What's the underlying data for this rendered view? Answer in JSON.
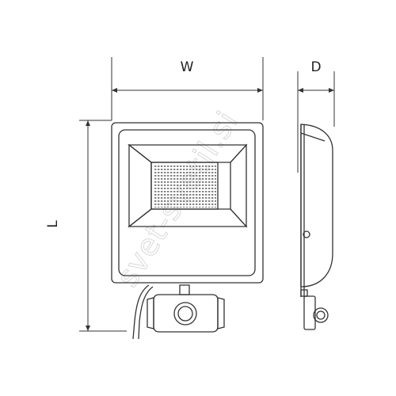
{
  "dimensions": {
    "width_label": "W",
    "depth_label": "D",
    "length_label": "L"
  },
  "watermark": "svet-svetil.si",
  "colors": {
    "line": "#333333",
    "light": "#888888",
    "watermark": "#d9d9d9",
    "background": "#ffffff"
  }
}
